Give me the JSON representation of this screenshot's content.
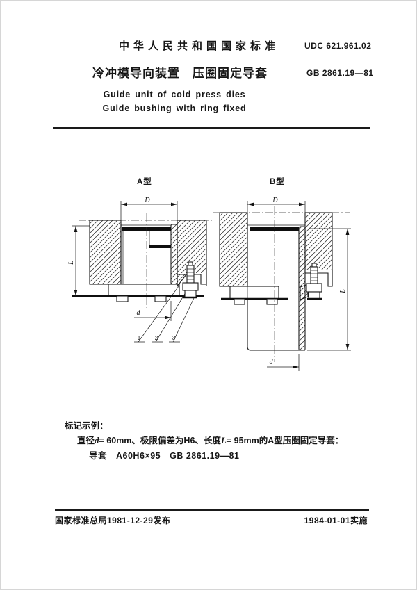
{
  "header": {
    "national_standard": "中华人民共和国国家标准",
    "udc": "UDC 621.961.02",
    "title_cn": "冷冲模导向装置　压圈固定导套",
    "standard_no": "GB 2861.19—81",
    "title_en_line1": "Guide unit of cold press dies",
    "title_en_line2": "Guide bushing with ring fixed"
  },
  "figures": {
    "type_a": {
      "label": "A型",
      "dim_D": "D",
      "dim_L": "L",
      "dim_d": "d",
      "part_labels": [
        "1",
        "2",
        "3"
      ]
    },
    "type_b": {
      "label": "B型",
      "dim_D": "D",
      "dim_L": "L",
      "dim_d": "d"
    }
  },
  "marking_example": {
    "heading": "标记示例：",
    "spec_prefix": "直径",
    "spec_var1": "d",
    "spec_mid": "= 60mm、极限偏差为H6、长度",
    "spec_var2": "L",
    "spec_suffix": "= 95mm的A型压圈固定导套：",
    "designation": "导套　A60H6×95　GB 2861.19—81"
  },
  "footer": {
    "issued": "国家标准总局1981-12-29发布",
    "implemented": "1984-01-01实施"
  }
}
